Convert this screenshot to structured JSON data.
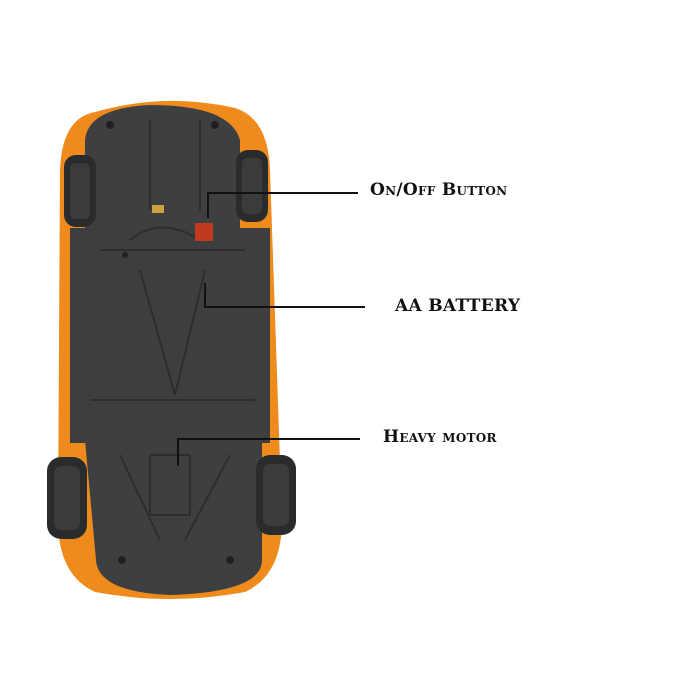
{
  "colors": {
    "body_orange": "#ef8a1c",
    "chassis_dark": "#3e3f41",
    "tire_dark": "#2a2b2d",
    "line": "#111111"
  },
  "callouts": [
    {
      "label": "On/Off Button"
    },
    {
      "label": "AA BATTERY"
    },
    {
      "label": "Heavy motor"
    }
  ]
}
